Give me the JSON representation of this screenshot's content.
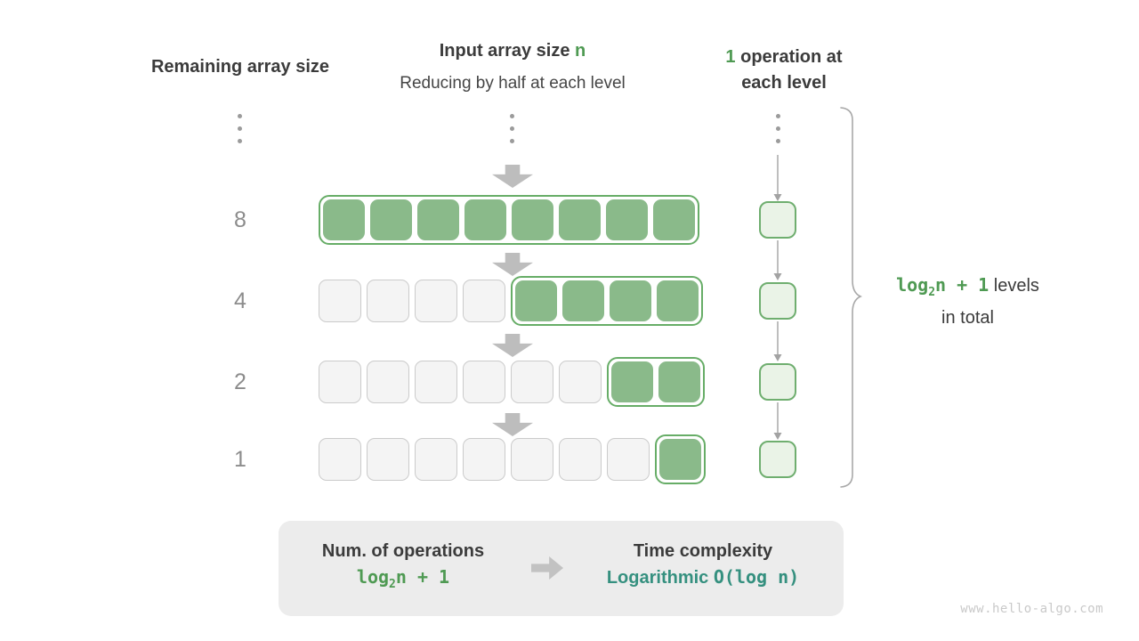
{
  "colors": {
    "green_fill": "#8aba8a",
    "green_border": "#67ad67",
    "green_text": "#4f9a53",
    "teal_text": "#35907f",
    "op_box_fill": "#eaf3e7",
    "op_box_border": "#6fae6f",
    "gray_cell_fill": "#f4f4f4",
    "gray_cell_border": "#cbcbcb",
    "dark_text": "#3b3b3b",
    "muted_text": "#8c8c8c",
    "arrow_gray": "#bdbdbd",
    "summary_bg": "#ececec",
    "watermark_text": "#c9c9c9"
  },
  "headers": {
    "left": "Remaining array size",
    "middle_title": "Input array size ",
    "middle_title_accent": "n",
    "middle_subtitle": "Reducing by half at each level",
    "right_accent": "1",
    "right_line1": " operation at",
    "right_line2": "each level"
  },
  "levels": [
    {
      "label": "8",
      "gray_cells": 0,
      "green_cells": 8
    },
    {
      "label": "4",
      "gray_cells": 4,
      "green_cells": 4
    },
    {
      "label": "2",
      "gray_cells": 6,
      "green_cells": 2
    },
    {
      "label": "1",
      "gray_cells": 7,
      "green_cells": 1
    }
  ],
  "brace_label": {
    "formula_base": "log",
    "formula_sub": "2",
    "formula_rest": "n + 1",
    "line1_text": " levels",
    "line2_text": "in total"
  },
  "summary": {
    "operations_title": "Num. of operations",
    "operations_formula_base": "log",
    "operations_formula_sub": "2",
    "operations_formula_rest": "n + 1",
    "complexity_title": "Time complexity",
    "complexity_name": "Logarithmic",
    "complexity_big_o": "O(log n)"
  },
  "watermark": "www.hello-algo.com"
}
